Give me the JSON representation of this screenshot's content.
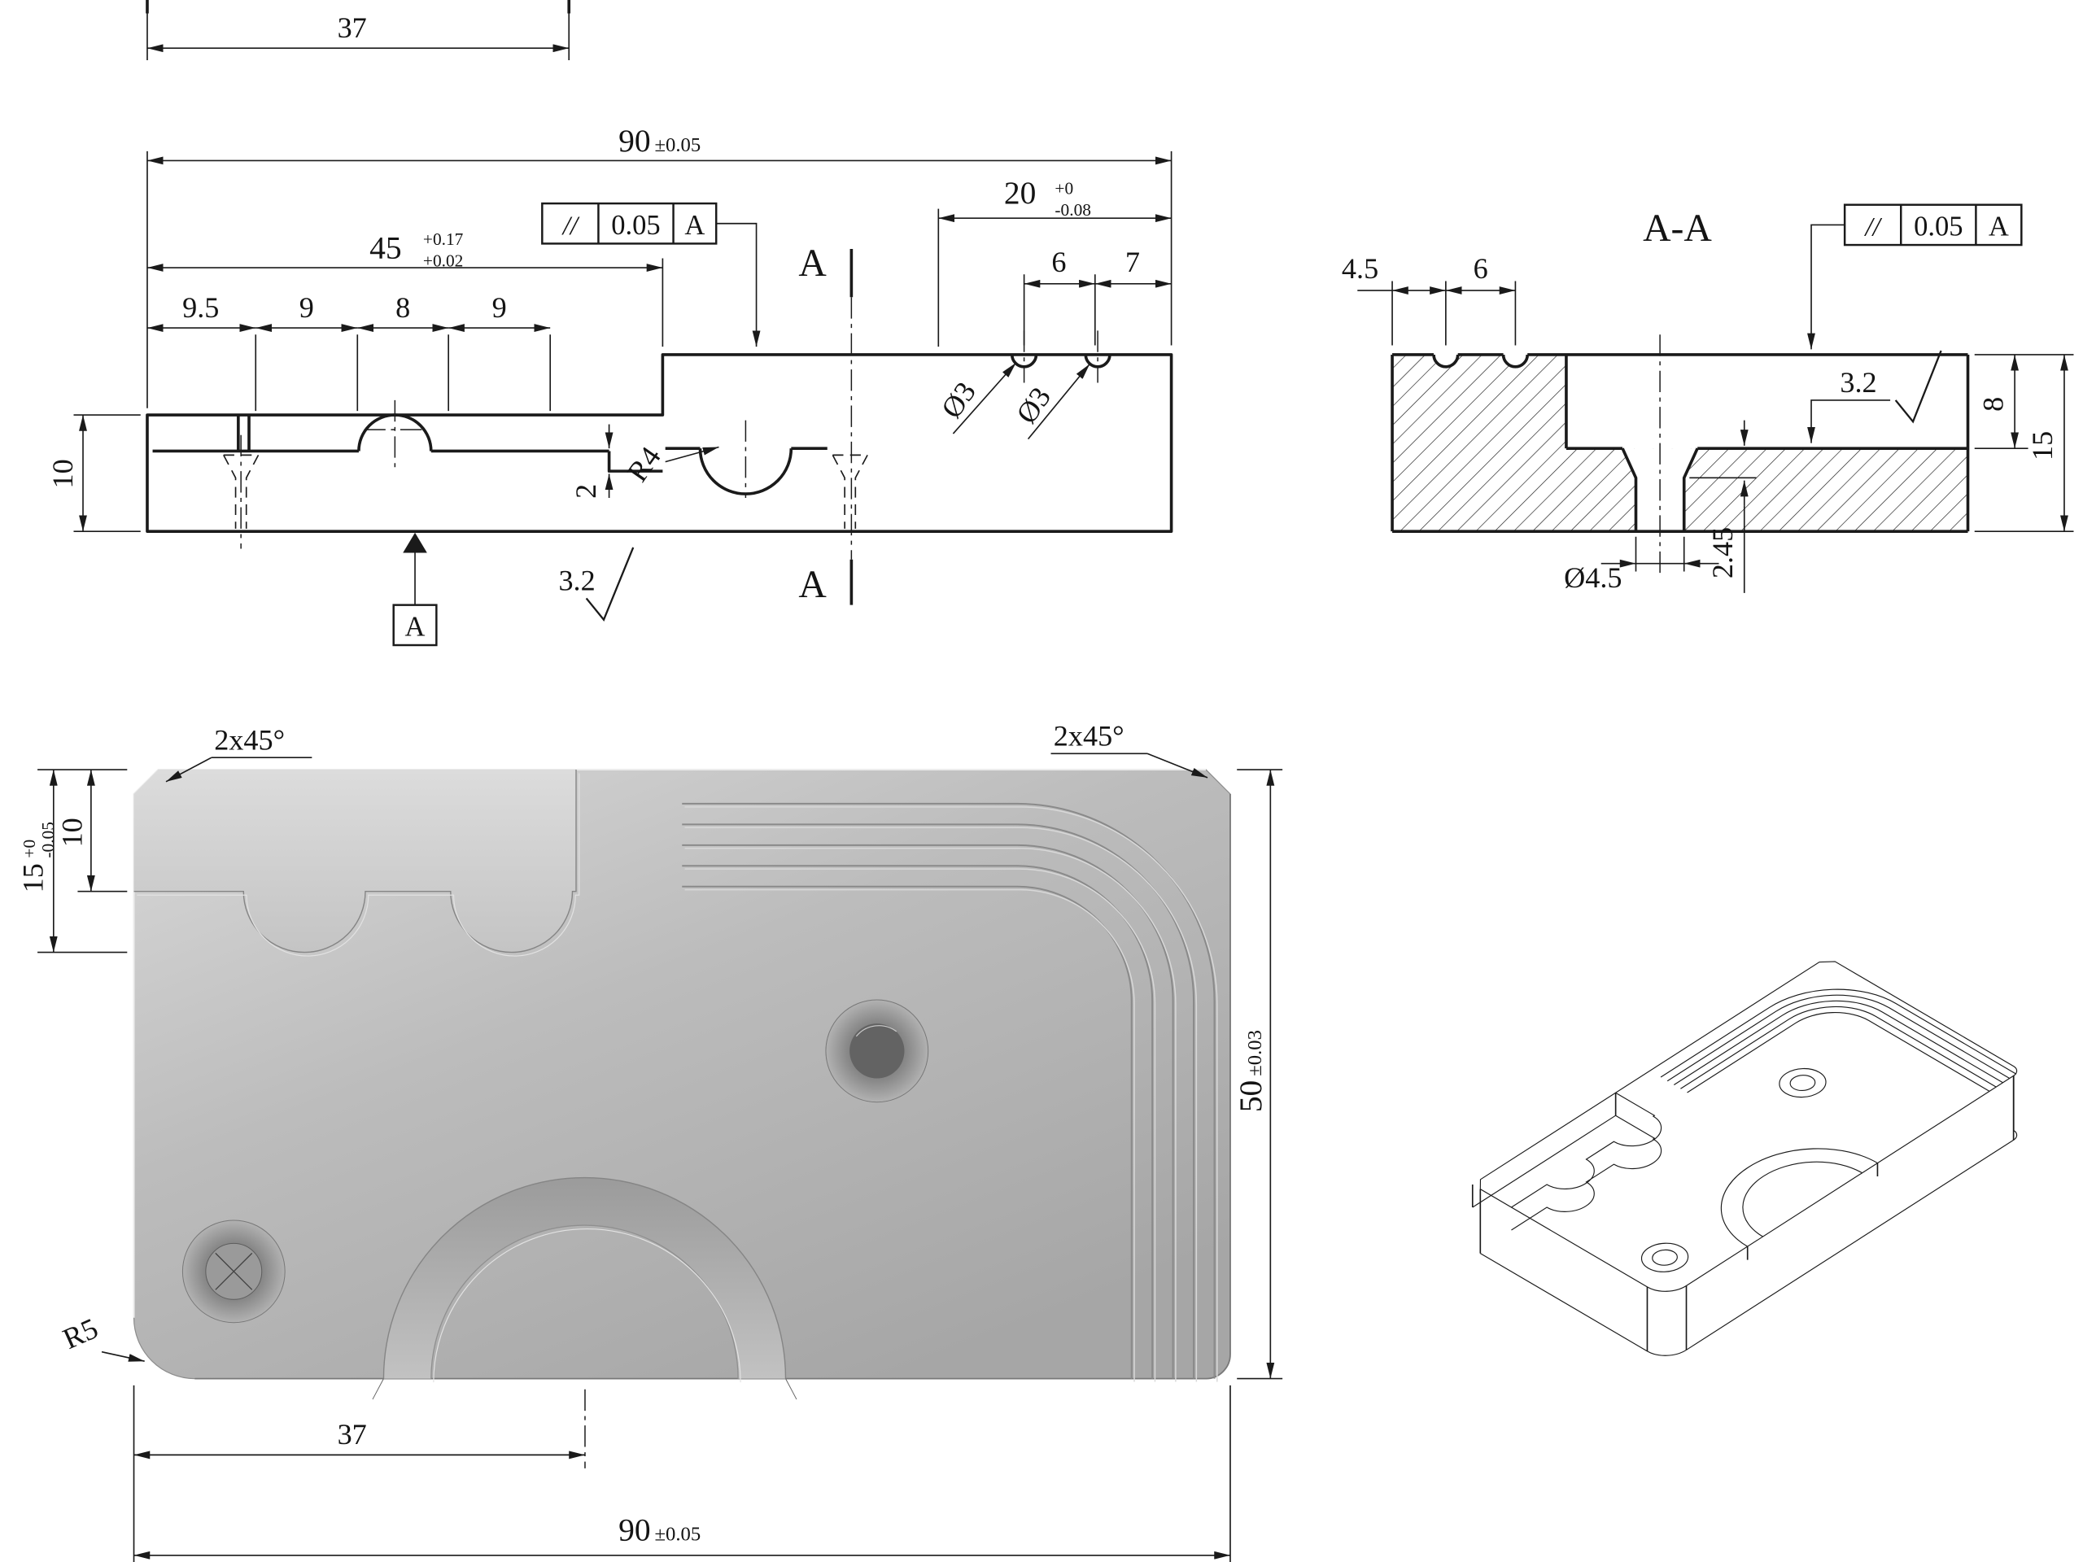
{
  "palette": {
    "line": "#1a1a1a",
    "metal_light": "#d9d9d9",
    "metal_mid": "#bcbcbc",
    "metal_dark": "#a6a6a6"
  },
  "views": {
    "top_partial": {
      "dim_37": "37"
    },
    "front": {
      "dim_90": "90",
      "dim_90_tol": "±0.05",
      "dim_45": "45",
      "dim_45_tol_upper": "+0.17",
      "dim_45_tol_lower": "+0.02",
      "dim_20": "20",
      "dim_20_tol_upper": "+0",
      "dim_20_tol_lower": "-0.08",
      "dim_6": "6",
      "dim_7": "7",
      "dim_9_5": "9.5",
      "dim_9a": "9",
      "dim_8": "8",
      "dim_9b": "9",
      "dim_10": "10",
      "dim_2": "2",
      "radius_4": "R4",
      "dia_3a": "Ø3",
      "dia_3b": "Ø3",
      "roughness": "3.2",
      "datum_label": "A",
      "section_label_top": "A",
      "section_label_bottom": "A",
      "fcf": {
        "symbol": "//",
        "tolerance": "0.05",
        "datum": "A"
      }
    },
    "section": {
      "title": "A-A",
      "dim_4_5": "4.5",
      "dim_6": "6",
      "fcf": {
        "symbol": "//",
        "tolerance": "0.05",
        "datum": "A"
      },
      "roughness": "3.2",
      "dim_8": "8",
      "dim_15": "15",
      "dia_4_5": "Ø4.5",
      "dim_2_45": "2.45"
    },
    "plan": {
      "chamfer_left": "2x45°",
      "chamfer_right": "2x45°",
      "dim_15": "15",
      "dim_15_tol_upper": "+0",
      "dim_15_tol_lower": "-0.05",
      "dim_10": "10",
      "dim_50": "50",
      "dim_50_tol": "±0.03",
      "dim_37": "37",
      "radius_5": "R5",
      "dim_90": "90",
      "dim_90_tol": "±0.05"
    }
  }
}
